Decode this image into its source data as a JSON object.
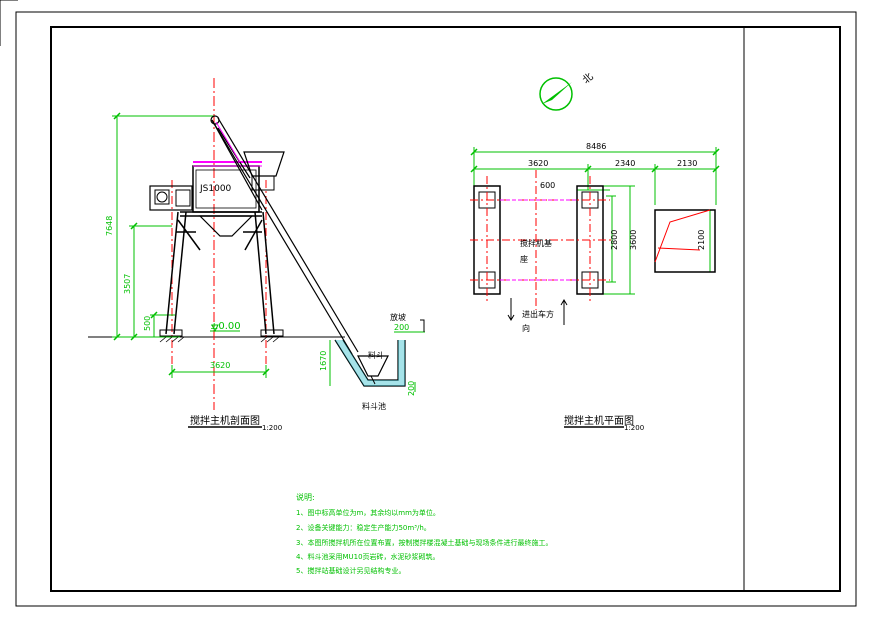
{
  "side_view": {
    "title": "搅拌主机剖面图",
    "scale": "1:200",
    "mixer_model": "JS1000",
    "dim_total_height": "7648",
    "dim_leg_height": "3507",
    "dim_base": "500",
    "dim_width": "3620",
    "dim_pit_depth": "1670",
    "dim_pit_wall": "200",
    "dim_pit_bottom": "200",
    "elevation": "±0.00",
    "label_slope": "放坡",
    "label_hopper": "料斗",
    "label_pit": "料斗池"
  },
  "plan_view": {
    "title": "搅拌主机平面图",
    "scale": "1:200",
    "dim_overall": "8486",
    "dim_seg1": "3620",
    "dim_seg2": "2340",
    "dim_seg3": "2130",
    "dim_600": "600",
    "dim_2800": "2800",
    "dim_3600": "3600",
    "dim_2100": "2100",
    "label_foundation_1": "搅拌机基",
    "label_foundation_2": "座",
    "label_direction_1": "进出车方",
    "label_direction_2": "向"
  },
  "north_label": "北",
  "notes": {
    "heading": "说明:",
    "items": [
      "1、图中标高单位为m，其余均以mm为单位。",
      "2、设备关键能力：稳定生产能力50m³/h。",
      "3、本图所搅拌机所在位置布置，按制搅拌楼混凝土基础与现场条件进行最终施工。",
      "4、料斗池采用MU10页岩砖，水泥砂浆砌筑。",
      "5、搅拌站基础设计另见结构专业。"
    ]
  },
  "colors": {
    "red": "#ff0000",
    "green": "#00c000",
    "magenta": "#ff00ff",
    "cyan": "#00b0c0"
  }
}
